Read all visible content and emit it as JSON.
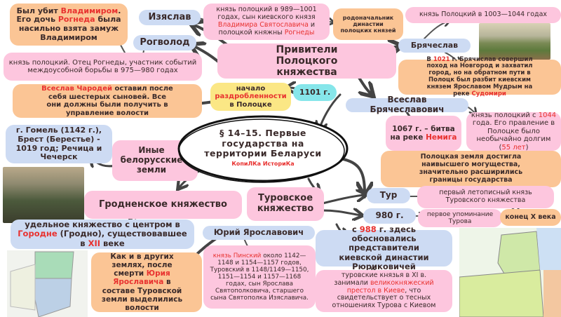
{
  "center": {
    "title": "§ 14–15. Первые государства на территории Беларуси",
    "subtitle": "КопиЛКа ИсториКа"
  },
  "boxes": {
    "ubit": [
      [
        "Был убит ",
        0
      ],
      [
        "Владимиром",
        1
      ],
      [
        ". Его дочь ",
        0
      ],
      [
        "Рогнеда",
        1
      ],
      [
        " была насильно взята замуж Владимиром",
        0
      ]
    ],
    "izyaslav": [
      [
        "Изяслав",
        0
      ]
    ],
    "izyaslav_desc": [
      [
        "князь полоцкий в 989—1001 годах, сын киевского князя ",
        0
      ],
      [
        "Владимира Святославича",
        1
      ],
      [
        " и полоцкой княжны ",
        0
      ],
      [
        "Рогнеды",
        1
      ]
    ],
    "rodonachalnik": [
      [
        "родоначальник династии полоцких князей",
        0
      ]
    ],
    "bryach_years": [
      [
        "князь Полоцкий в 1003—1044 годах",
        0
      ]
    ],
    "rogvolod": [
      [
        "Рогволод",
        0
      ]
    ],
    "rogvolod_desc": [
      [
        "князь полоцкий. Отец Рогнеды, участник событий междоусобной борьбы в 975—980 годах",
        0
      ]
    ],
    "praviteli": [
      [
        "Привители Полоцкого княжества",
        0
      ]
    ],
    "bryachislav": [
      [
        "Брячеслав",
        0
      ]
    ],
    "bryach_1021": [
      [
        "В ",
        0
      ],
      [
        "1021",
        1
      ],
      [
        " г. Брячислав совершил поход на Новгород и захватил город, но на обратном пути в Полоцк был разбит киевским князем Ярославом Мудрым на реке ",
        0
      ],
      [
        "Судомири",
        1
      ]
    ],
    "charodey": [
      [
        "Всеслав Чародей",
        1
      ],
      [
        " оставил после себя шестерых сыновей. Все они должны были получить в управление волости",
        0
      ]
    ],
    "nachalo": [
      [
        "начало ",
        0
      ],
      [
        "раздробленности",
        1
      ],
      [
        " в Полоцке",
        0
      ]
    ],
    "y1101": [
      [
        "1101 г.",
        0
      ]
    ],
    "vseslav": [
      [
        "Всеслав Брячеславович",
        0
      ]
    ],
    "nemiga": [
      [
        "1067 г. – битва на реке ",
        0
      ],
      [
        "Немига",
        1
      ]
    ],
    "vseslav_desc": [
      [
        "князь полоцкий с ",
        0
      ],
      [
        "1044",
        1
      ],
      [
        " года. Его правление в Полоцке было необычайно долгим (",
        0
      ],
      [
        "55 лет",
        1
      ],
      [
        ")",
        0
      ]
    ],
    "mogushch": [
      [
        "Полоцкая земля достигла наивысшего могущества, значительно расширились границы государства",
        0
      ]
    ],
    "gomel": [
      [
        "г. Гомель (1142 г.), Брест (Берестье) - 1019 год;  Речица и Чечерск",
        0
      ]
    ],
    "inye": [
      [
        "Иные белорусские земли",
        0
      ]
    ],
    "grodno": [
      [
        "Гродненское княжество",
        0
      ]
    ],
    "turov": [
      [
        "Туровское княжество",
        0
      ]
    ],
    "tur": [
      [
        "Тур",
        0
      ]
    ],
    "tur_desc": [
      [
        "первый летописный князь Туровского княжества",
        0
      ]
    ],
    "y980": [
      [
        "980 г.",
        0
      ]
    ],
    "y980_desc": [
      [
        "первое упоминание Турова",
        0
      ]
    ],
    "konec": [
      [
        "конец X века",
        0
      ]
    ],
    "udel": [
      [
        "удельное княжество с центром в ",
        0
      ],
      [
        "Городне",
        1
      ],
      [
        " (Гродно), существовавшее в ",
        0
      ],
      [
        "XII",
        1
      ],
      [
        " веке",
        0
      ]
    ],
    "yuriy": [
      [
        "Юрий Ярославович",
        0
      ]
    ],
    "y988": [
      [
        "с ",
        0
      ],
      [
        "988",
        1
      ],
      [
        " г. здесь обосновались представители киевской династии Рюриковичей",
        0
      ]
    ],
    "volosti": [
      [
        "Как и в других землях, после смерти ",
        0
      ],
      [
        "Юрия Ярославича",
        1
      ],
      [
        " в составе Туровской земли выделились волости",
        0
      ]
    ],
    "pinsk": [
      [
        "князь Пинский",
        1
      ],
      [
        " около 1142—1148 и 1154—1157 годов, Туровский в 1148/1149—1150, 1151—1154 и 1157—1168 годах, сын Ярослава Святополковича, старшего сына Святополка Изяславича.",
        0
      ]
    ],
    "kiev": [
      [
        "туровские князья в XI в. занимали ",
        0
      ],
      [
        "великокняжеский престол в Киеве",
        1
      ],
      [
        ", что свидетельствует о тесных отношениях Турова с Киевом",
        0
      ]
    ]
  },
  "colors": {
    "pink": "#fdc6de",
    "orange": "#fbc595",
    "blue": "#cddbf3",
    "yellow": "#fbe785",
    "cyan": "#86e6ea",
    "red": "#e8312f"
  }
}
